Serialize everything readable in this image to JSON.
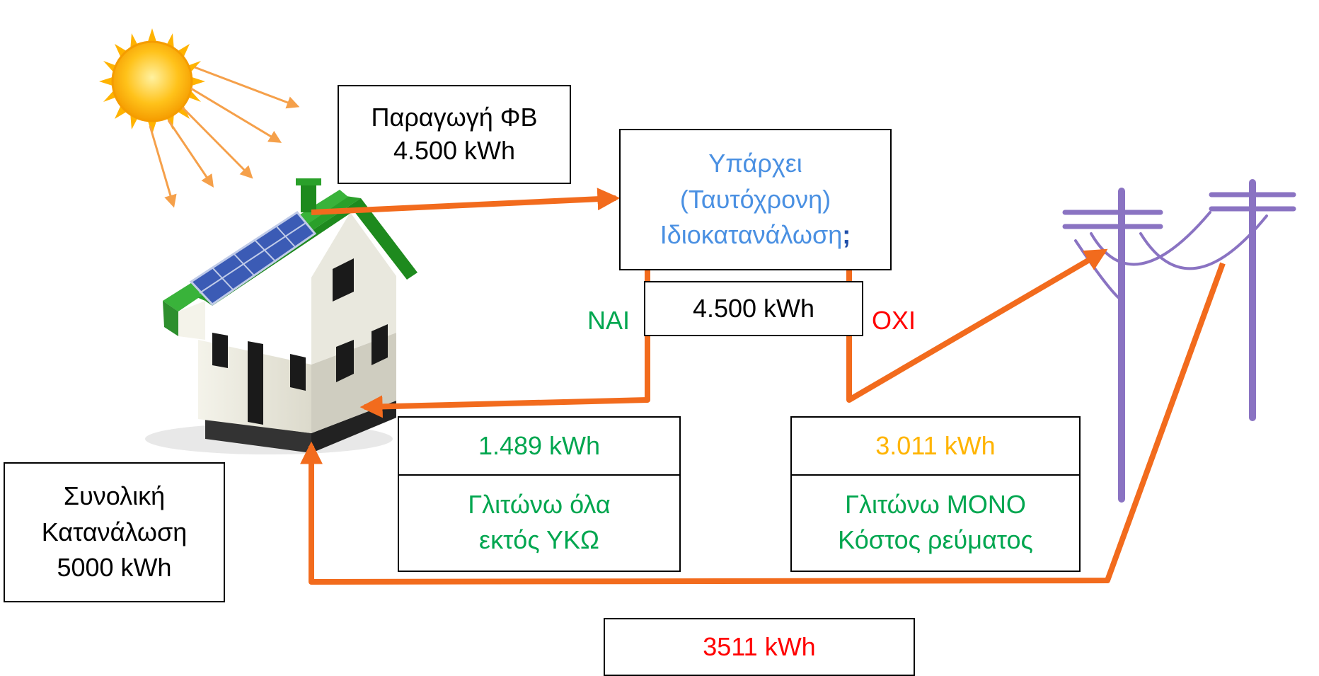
{
  "pv_production": {
    "line1": "Παραγωγή ΦΒ",
    "line2": "4.500 kWh"
  },
  "decision": {
    "line1": "Υπάρχει",
    "line2": "(Ταυτόχρονη)",
    "line3": "Ιδιοκατανάλωση",
    "qmark": ";"
  },
  "flow_amount": "4.500 kWh",
  "yes_label": "ΝΑΙ",
  "no_label": "ΟΧΙ",
  "self_consumption": {
    "amount": "1.489 kWh",
    "note_line1": "Γλιτώνω όλα",
    "note_line2": "εκτός ΥΚΩ"
  },
  "grid_export": {
    "amount": "3.011 kWh",
    "note_line1": "Γλιτώνω ΜΟΝΟ",
    "note_line2": "Κόστος ρεύματος"
  },
  "total_consumption": {
    "line1": "Συνολική",
    "line2": "Κατανάλωση",
    "line3": "5000 kWh"
  },
  "grid_import": "3511 kWh",
  "colors": {
    "arrow": "#f26b1d",
    "yes": "#00a64f",
    "no": "#ff0000",
    "question": "#4a90e2",
    "export": "#ffb400"
  },
  "icons": [
    "sun-icon",
    "house-with-solar-panel-icon",
    "power-poles-icon"
  ]
}
